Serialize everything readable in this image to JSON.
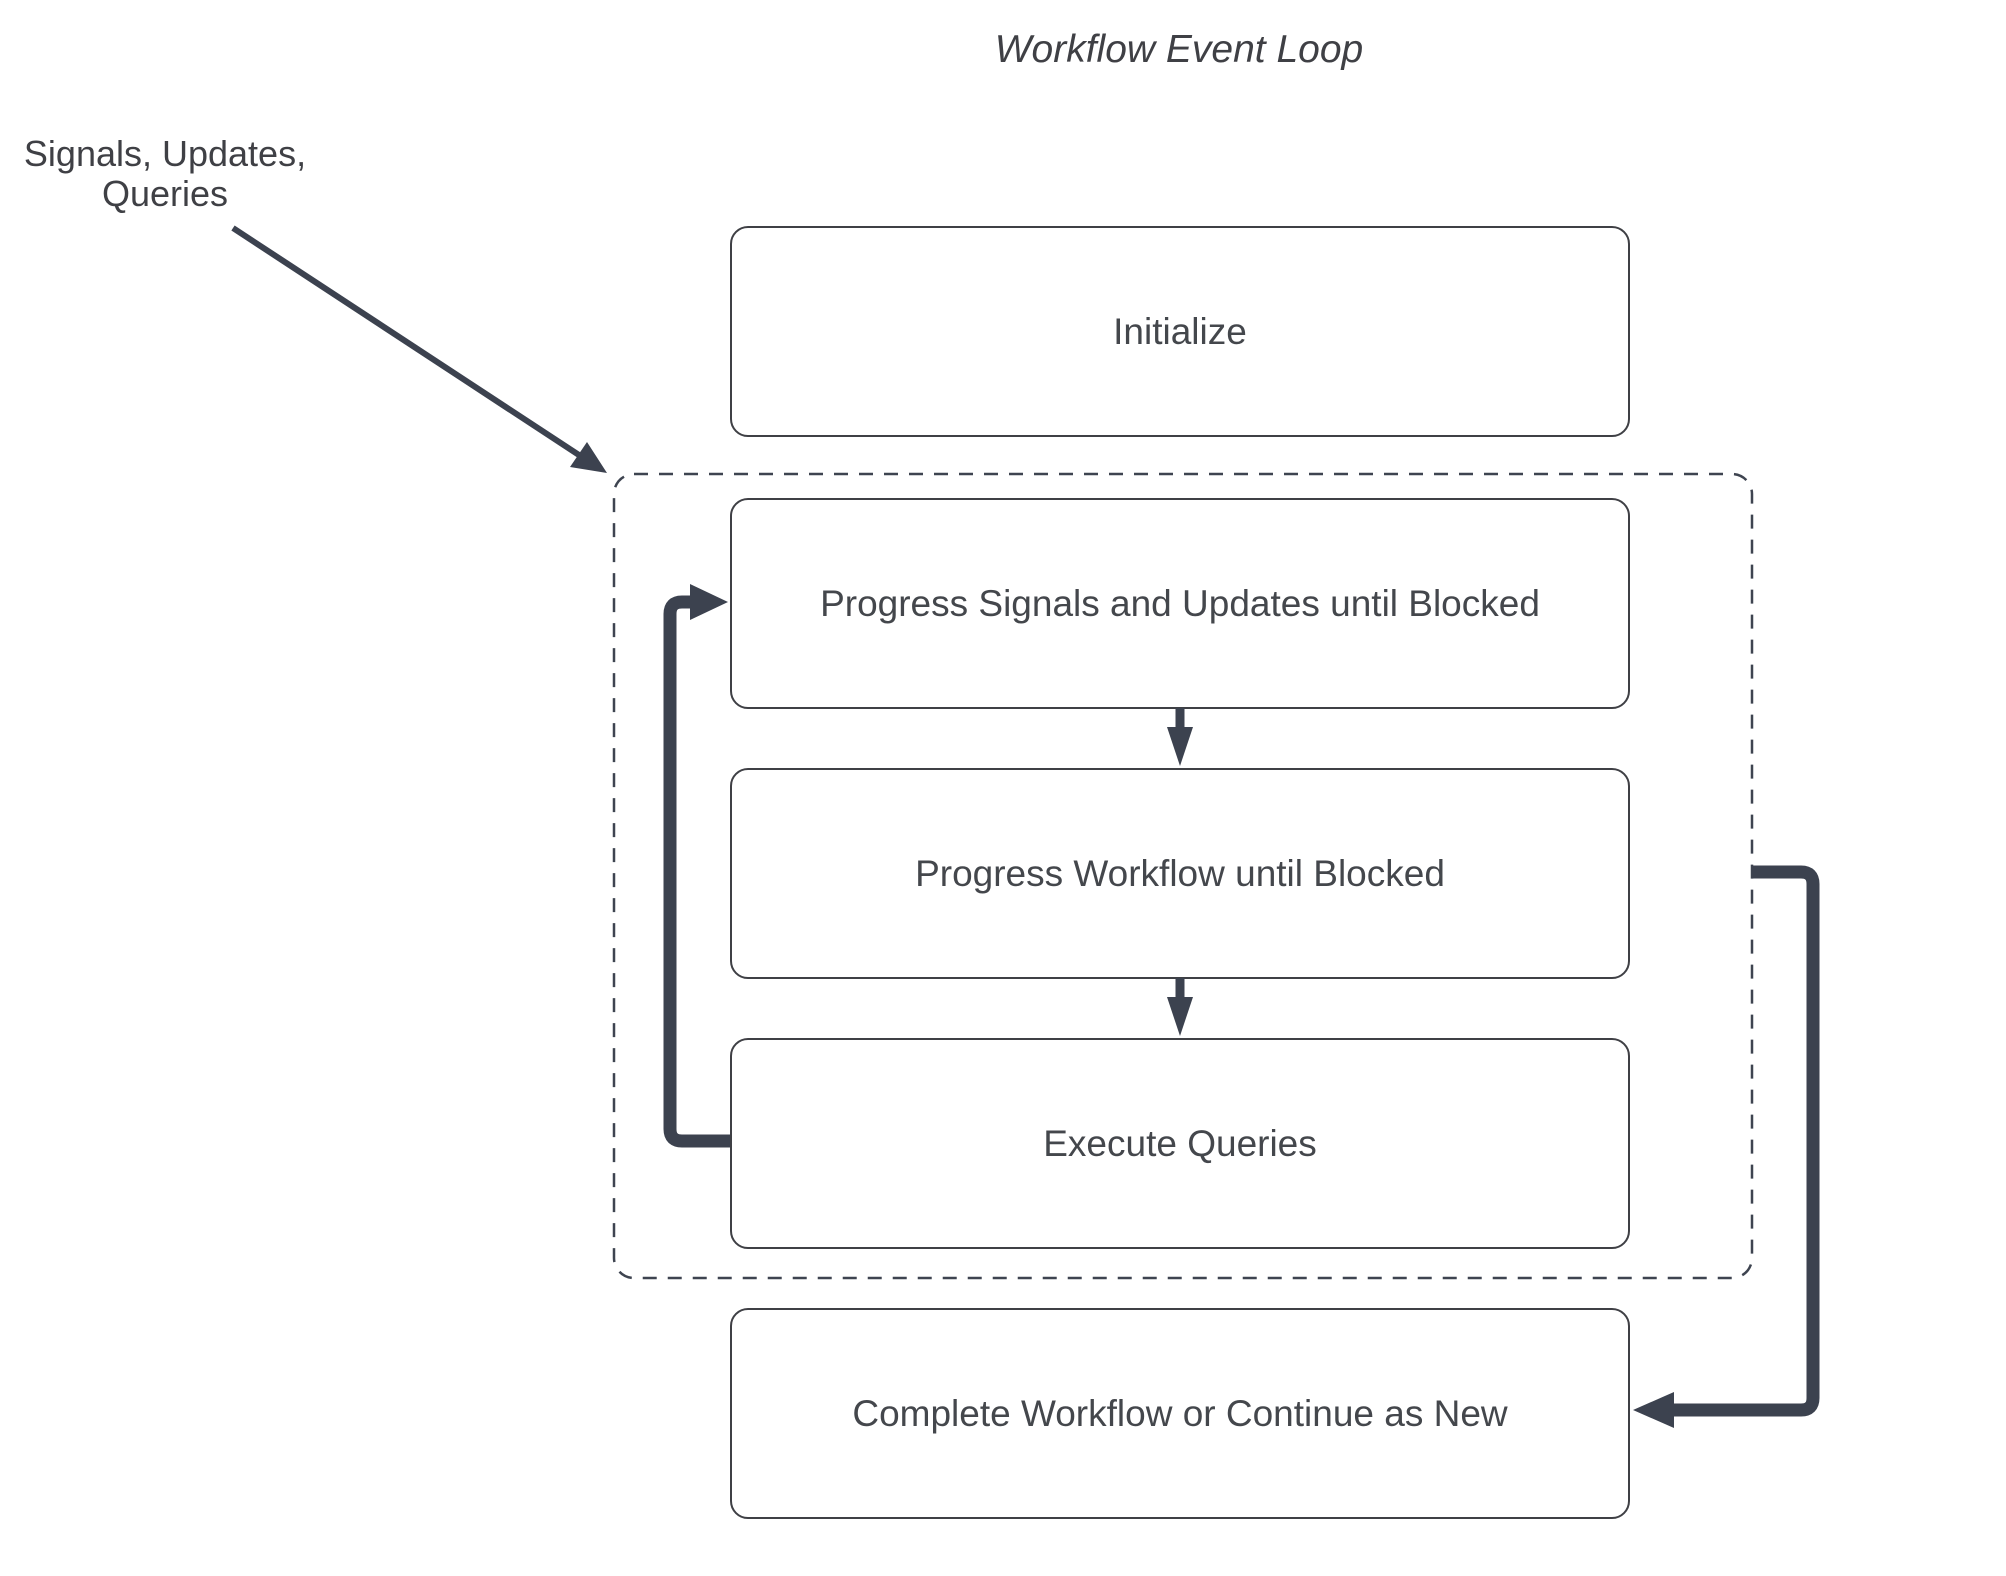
{
  "title": "Workflow Event Loop",
  "annotation": {
    "line1": "Signals, Updates,",
    "line2": "Queries"
  },
  "nodes": {
    "initialize": {
      "label": "Initialize"
    },
    "progress_signals": {
      "label": "Progress Signals and Updates until Blocked"
    },
    "progress_workflow": {
      "label": "Progress Workflow until Blocked"
    },
    "execute_queries": {
      "label": "Execute Queries"
    },
    "complete": {
      "label": "Complete Workflow or Continue as New"
    }
  },
  "icons": {
    "signals_arrow": "diagonal-arrow-icon",
    "loop_arrow": "loop-back-arrow-icon",
    "continue_arrow": "elbow-arrow-icon",
    "down_arrow": "down-arrow-icon"
  },
  "colors": {
    "arrow": "#3c424f",
    "box_border": "#3f4045",
    "dashed_border": "#3e4450",
    "text": "#44474c",
    "background": "#ffffff"
  }
}
